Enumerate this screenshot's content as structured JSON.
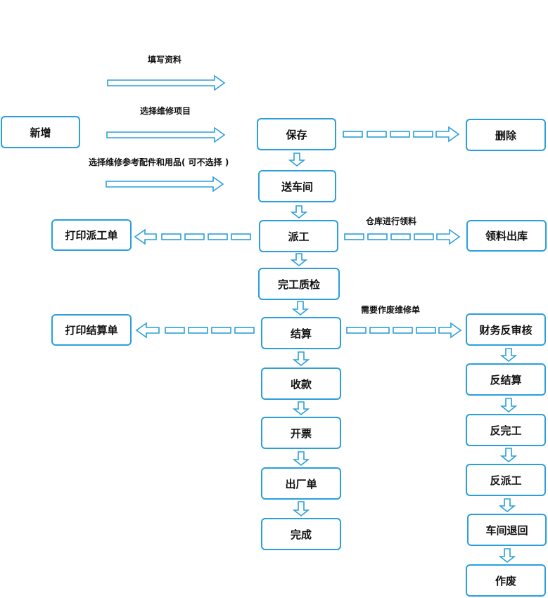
{
  "colors": {
    "stroke": "#2b9fd9",
    "text": "#111111"
  },
  "input_labels": {
    "fill_info": "填写资料",
    "select_items": "选择维修项目",
    "select_parts": "选择维修参考配件和用品( 可不选择 )"
  },
  "main_flow": {
    "new": "新增",
    "save": "保存",
    "delete": "删除",
    "send_workshop": "送车间",
    "dispatch": "派工",
    "print_dispatch": "打印派工单",
    "warehouse_label": "仓库进行领料",
    "pick_material": "领料出库",
    "qc": "完工质检",
    "settle": "结算",
    "print_settle": "打印结算单",
    "void_label": "需要作废维修单",
    "payment": "收款",
    "invoice": "开票",
    "exit_slip": "出厂单",
    "complete": "完成"
  },
  "reverse_flow": {
    "finance_review": "财务反审核",
    "unsettle": "反结算",
    "uncomplete": "反完工",
    "undispatch": "反派工",
    "workshop_return": "车间退回",
    "void": "作废"
  }
}
